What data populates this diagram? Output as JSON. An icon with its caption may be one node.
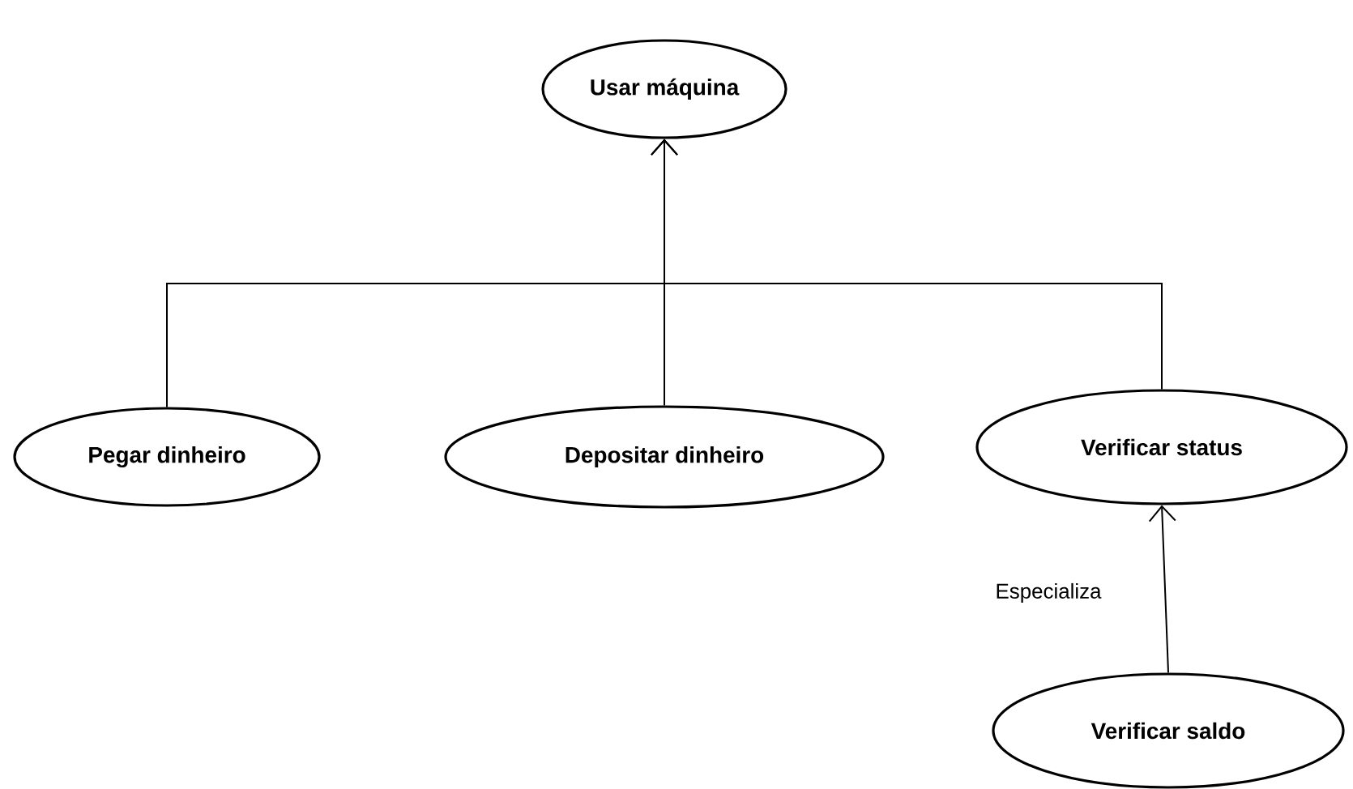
{
  "diagram": {
    "nodes": [
      {
        "text": [
          "Usar máquina"
        ]
      },
      {
        "text": [
          "Pegar dinheiro"
        ]
      },
      {
        "text": [
          "Depositar dinheiro"
        ]
      },
      {
        "text": [
          "Verificar status"
        ]
      },
      {
        "text": [
          "Verificar saldo"
        ]
      }
    ],
    "edges": [
      {
        "from": 1,
        "to": 0,
        "arrow": "to"
      },
      {
        "from": 2,
        "to": 0,
        "arrow": "to"
      },
      {
        "from": 3,
        "to": 0,
        "arrow": "to"
      },
      {
        "from": 4,
        "to": 3,
        "arrow": "to",
        "label": "Especializa"
      }
    ]
  }
}
